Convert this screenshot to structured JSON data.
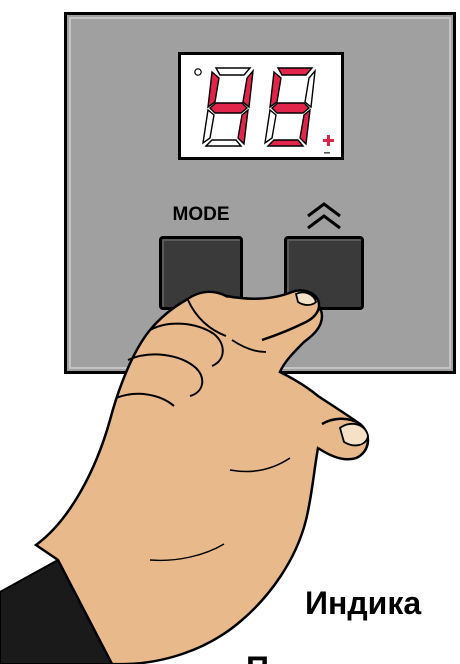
{
  "device": {
    "display": {
      "reading": "45",
      "digit_color": "#e0244a",
      "unlit_color": "#ffffff",
      "indicator_icon": "plus-indicator-icon",
      "dot_icon": "degree-dot-icon"
    },
    "mode_button": {
      "label": "MODE"
    },
    "up_button": {
      "icon": "double-chevron-up-icon"
    },
    "panel_color": "#a0a0a0",
    "hand_color": "#e8b98a",
    "sleeve_color": "#1a1a1a"
  },
  "caption": {
    "line1": "Индика",
    "line2": "П"
  }
}
